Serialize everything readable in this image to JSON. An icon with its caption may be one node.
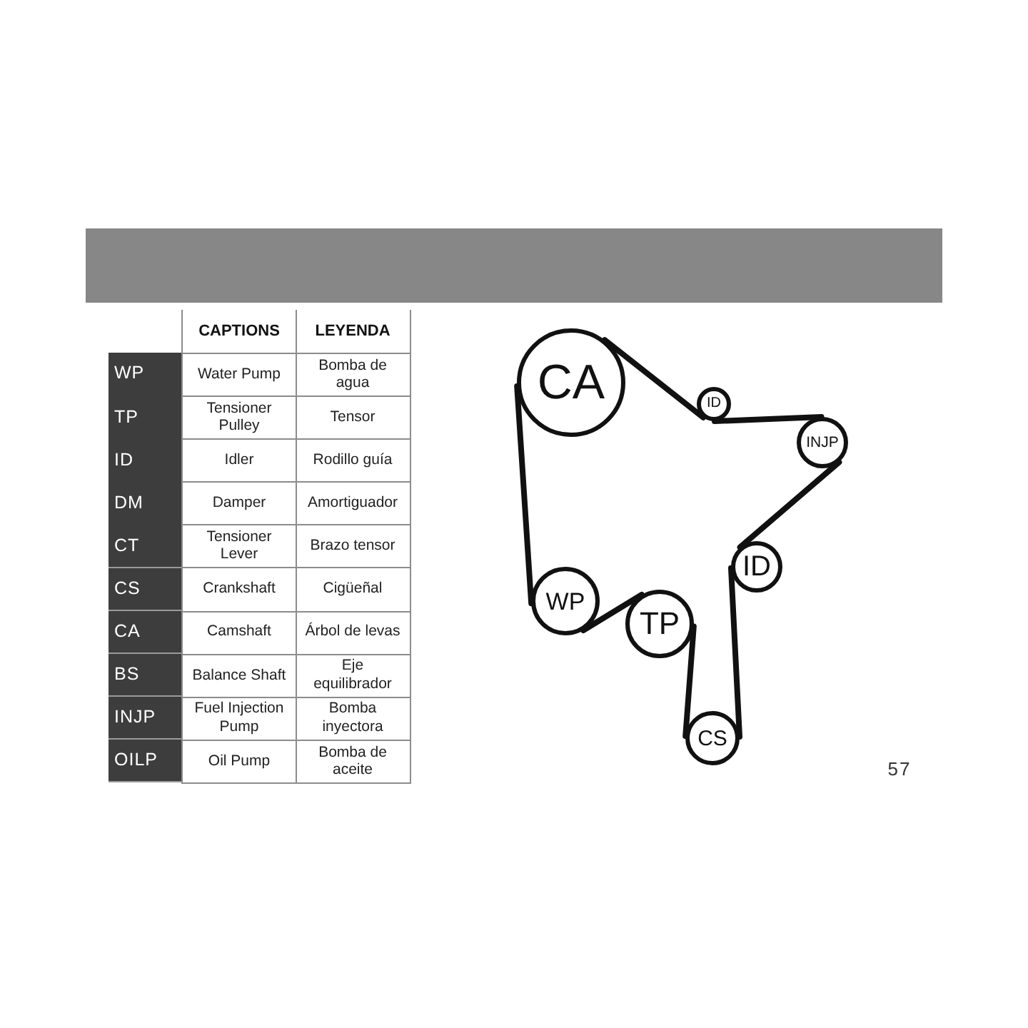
{
  "diagram": {
    "nodes": [
      {
        "text": [
          "CA"
        ]
      },
      {
        "text": [
          "ID"
        ]
      },
      {
        "text": [
          "INJP"
        ]
      },
      {
        "text": [
          "ID"
        ]
      },
      {
        "text": [
          "WP"
        ]
      },
      {
        "text": [
          "TP"
        ]
      },
      {
        "text": [
          "CS"
        ]
      }
    ],
    "edges": [
      {
        "from": 0,
        "to": 1,
        "arrow": "none"
      },
      {
        "from": 1,
        "to": 2,
        "arrow": "none"
      },
      {
        "from": 2,
        "to": 3,
        "arrow": "none"
      },
      {
        "from": 3,
        "to": 6,
        "arrow": "none"
      },
      {
        "from": 6,
        "to": 5,
        "arrow": "none"
      },
      {
        "from": 5,
        "to": 4,
        "arrow": "none"
      },
      {
        "from": 4,
        "to": 0,
        "arrow": "none"
      }
    ],
    "labels": [
      "CAPTIONS",
      "LEYENDA",
      "WP",
      "Water Pump",
      "Bomba de agua",
      "TP",
      "Tensioner Pulley",
      "Tensor",
      "ID",
      "Idler",
      "Rodillo guía",
      "DM",
      "Damper",
      "Amortiguador",
      "CT",
      "Tensioner Lever",
      "Brazo tensor",
      "CS",
      "Crankshaft",
      "Cigüeñal",
      "CA",
      "Camshaft",
      "Árbol de levas",
      "BS",
      "Balance Shaft",
      "Eje equilibrador",
      "INJP",
      "Fuel Injection Pump",
      "Bomba inyectora",
      "OILP",
      "Oil Pump",
      "Bomba de aceite",
      "57"
    ]
  }
}
